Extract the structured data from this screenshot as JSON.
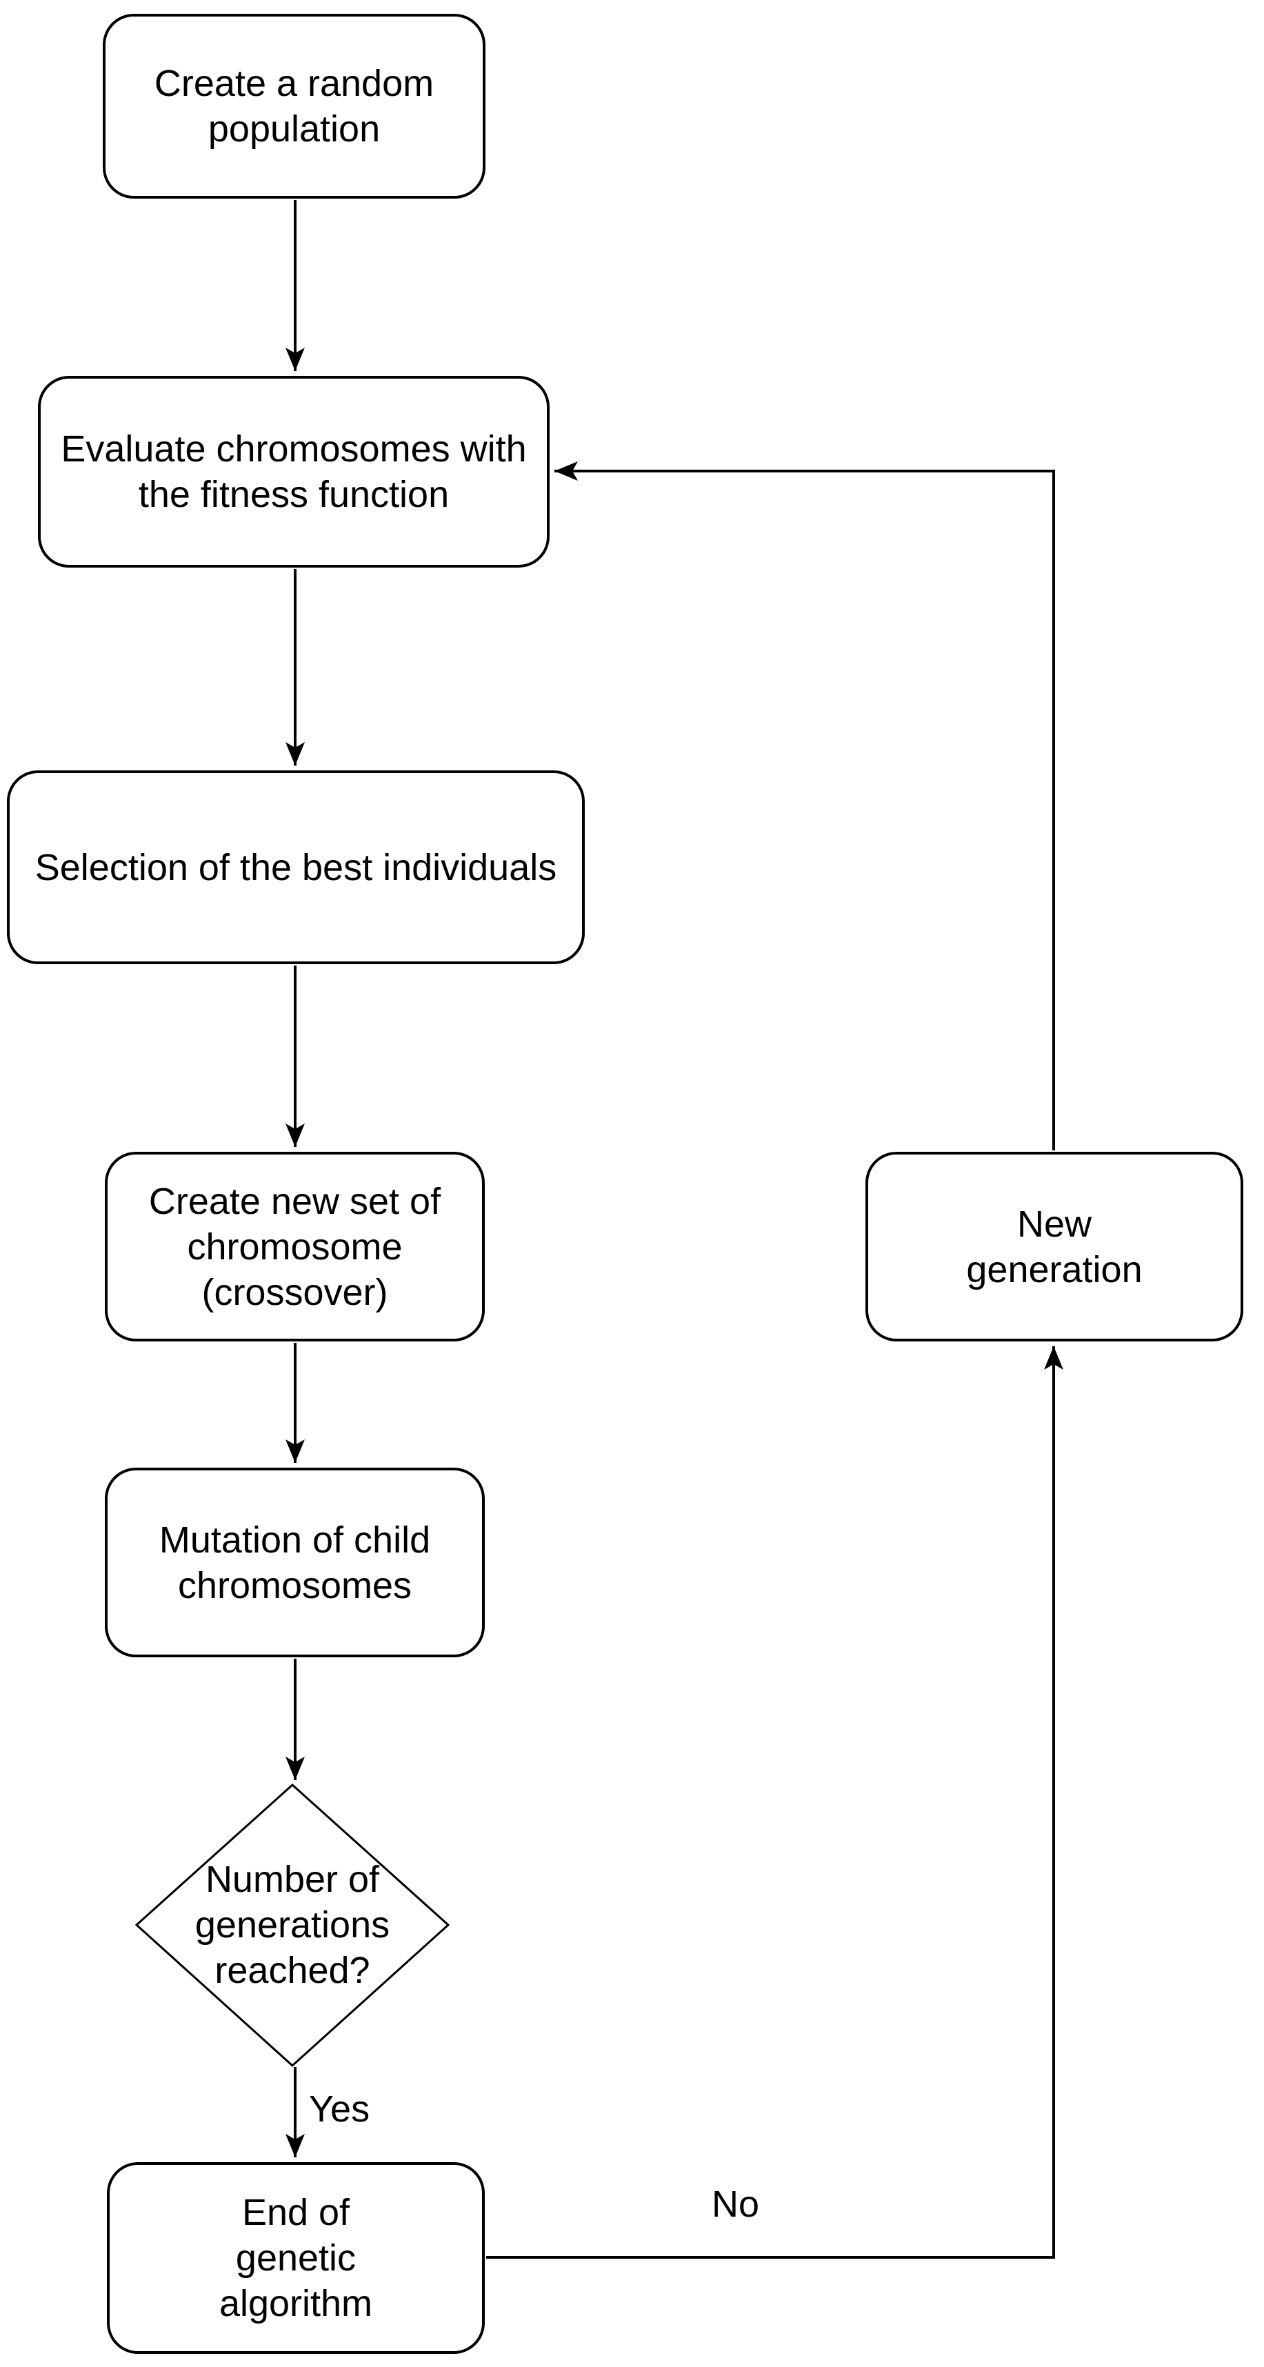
{
  "diagram": {
    "background_color": "#ffffff",
    "stroke_color": "#000000",
    "text_color": "#000000",
    "nodes": [
      {
        "id": "create-population",
        "type": "process",
        "label": "Create a random\npopulation"
      },
      {
        "id": "evaluate-fitness",
        "type": "process",
        "label": "Evaluate chromosomes with\nthe fitness function"
      },
      {
        "id": "selection-best",
        "type": "process",
        "label": "Selection of the best individuals"
      },
      {
        "id": "crossover",
        "type": "process",
        "label": "Create new set of\nchromosome\n(crossover)"
      },
      {
        "id": "mutation",
        "type": "process",
        "label": "Mutation of child\nchromosomes"
      },
      {
        "id": "generations-decision",
        "type": "decision",
        "label": "Number of\ngenerations\nreached?"
      },
      {
        "id": "end-algorithm",
        "type": "process",
        "label": "End of\ngenetic\nalgorithm"
      },
      {
        "id": "new-generation",
        "type": "process",
        "label": "New\ngeneration"
      }
    ],
    "edge_labels": [
      {
        "id": "yes",
        "text": "Yes"
      },
      {
        "id": "no",
        "text": "No"
      }
    ]
  }
}
